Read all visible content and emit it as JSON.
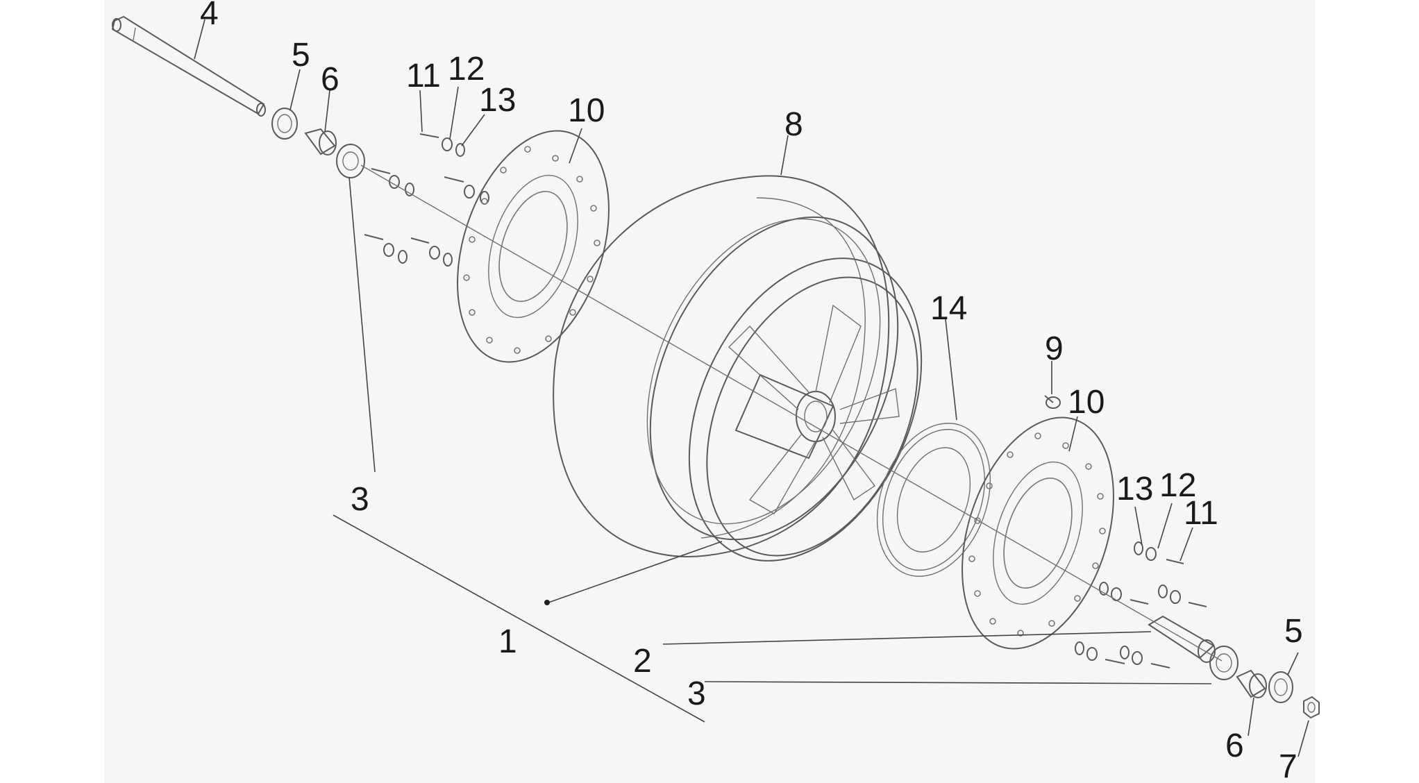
{
  "diagram": {
    "labels": {
      "axle_top": "4",
      "washer_top": "5",
      "spacer_top": "6",
      "bolt_top": "11",
      "washer12_top": "12",
      "washer13_top": "13",
      "disc_left": "10",
      "tyre": "8",
      "bearing_left": "3",
      "tone_ring": "14",
      "valve": "9",
      "disc_right": "10",
      "washer13_right": "13",
      "washer12_right": "12",
      "bolt_right": "11",
      "wheel_assembly": "1",
      "spacer_center": "2",
      "bearing_right": "3",
      "washer_bottom": "5",
      "spacer_bottom": "6",
      "nut": "7"
    }
  }
}
